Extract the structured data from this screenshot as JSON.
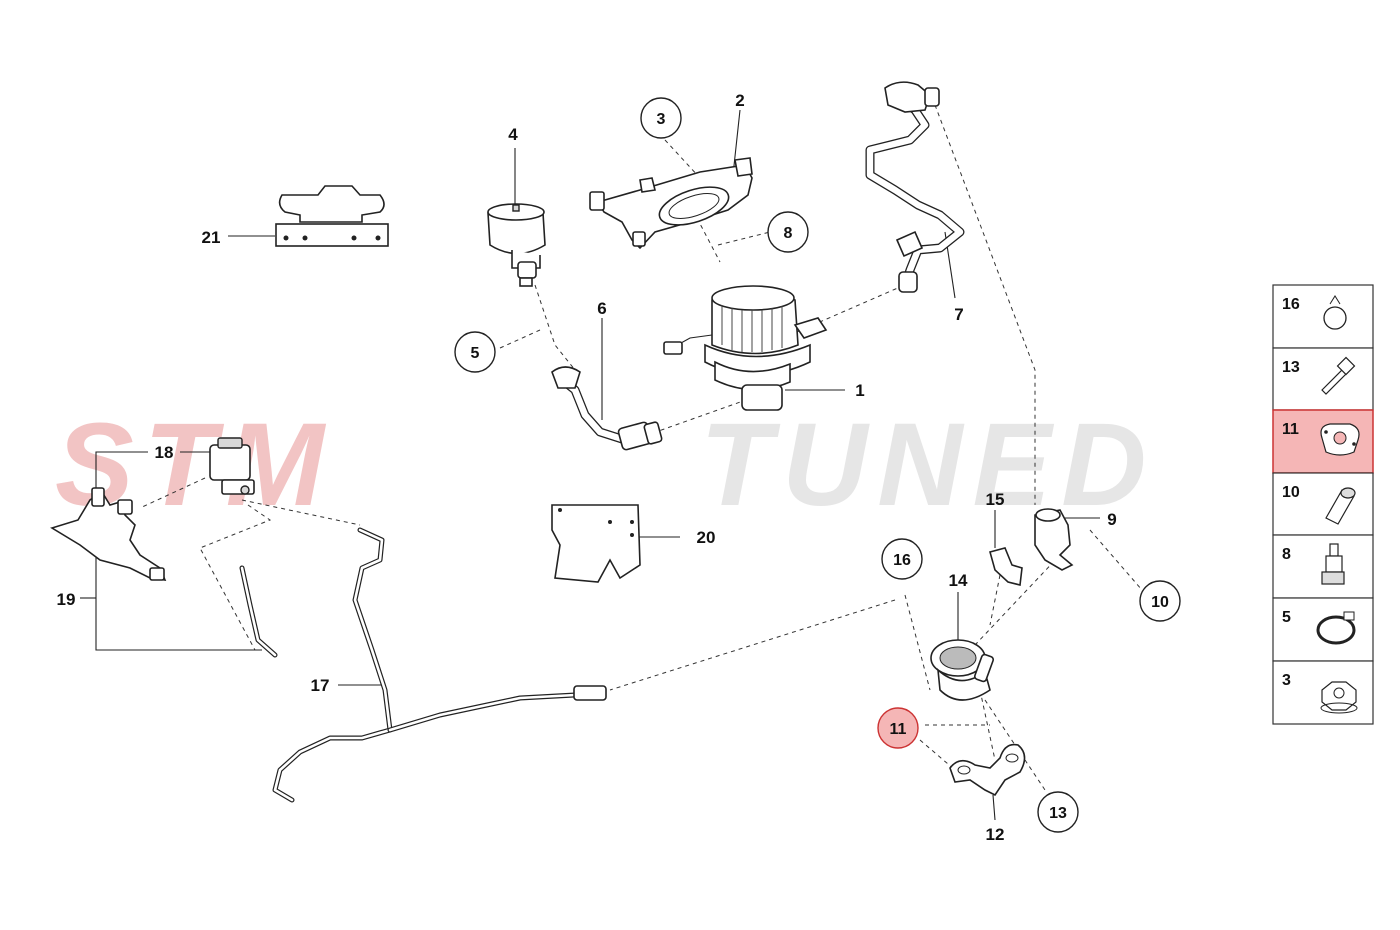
{
  "watermark": {
    "left_text": "STM",
    "right_text": "TUNED",
    "left_color": "#f2c4c4",
    "right_color": "#e6e6e6"
  },
  "callouts": {
    "c1": "1",
    "c2": "2",
    "c4": "4",
    "c6": "6",
    "c7": "7",
    "c9": "9",
    "c12": "12",
    "c14": "14",
    "c15": "15",
    "c17": "17",
    "c18": "18",
    "c19": "19",
    "c20": "20",
    "c21": "21"
  },
  "circled_callouts": {
    "c3": "3",
    "c5": "5",
    "c8": "8",
    "c10": "10",
    "c11": "11",
    "c13": "13",
    "c16": "16"
  },
  "highlight_color": "#f5b6b6",
  "legend": {
    "items": [
      {
        "number": "16",
        "icon": "o-ring-icon",
        "highlighted": false
      },
      {
        "number": "13",
        "icon": "bolt-icon",
        "highlighted": false
      },
      {
        "number": "11",
        "icon": "gasket-icon",
        "highlighted": true
      },
      {
        "number": "10",
        "icon": "cap-plug-icon",
        "highlighted": false
      },
      {
        "number": "8",
        "icon": "connector-plug-icon",
        "highlighted": false
      },
      {
        "number": "5",
        "icon": "hose-clamp-icon",
        "highlighted": false
      },
      {
        "number": "3",
        "icon": "flange-nut-icon",
        "highlighted": false
      }
    ]
  }
}
